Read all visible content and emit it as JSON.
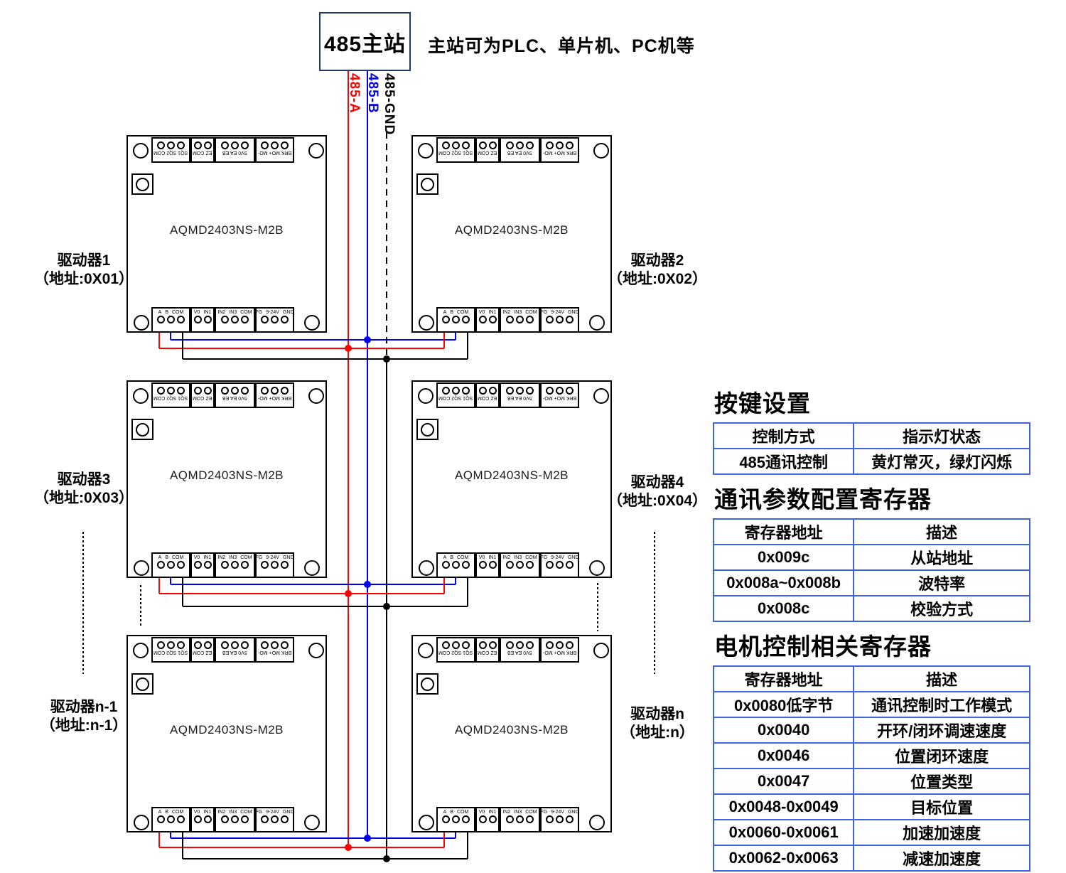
{
  "master": {
    "label": "485主站",
    "note": "主站可为PLC、单片机、PC机等"
  },
  "bus": {
    "a_label": "485-A",
    "b_label": "485-B",
    "gnd_label": "485-GND",
    "a_color": "#ff0000",
    "b_color": "#0000ee",
    "gnd_color": "#000000"
  },
  "board_model": "AQMD2403NS-M2B",
  "board": {
    "top_blocks": [
      {
        "label": "SQ1 SQ2 COM",
        "pins": 3
      },
      {
        "label": "EZ COM",
        "pins": 2
      },
      {
        "label": "5V0 EA EB",
        "pins": 3
      },
      {
        "label": "BRK MO+ MO-",
        "pins": 3
      }
    ],
    "bottom_blocks": [
      {
        "labels": [
          "A",
          "B",
          "COM"
        ]
      },
      {
        "labels": [
          "V0",
          "IN1"
        ]
      },
      {
        "labels": [
          "IN2",
          "IN3",
          "COM"
        ]
      },
      {
        "labels": [
          "FG",
          "9-24V",
          "GND"
        ]
      }
    ]
  },
  "drivers": [
    {
      "name": "驱动器1",
      "addr": "（地址:0X01）"
    },
    {
      "name": "驱动器2",
      "addr": "（地址:0X02）"
    },
    {
      "name": "驱动器3",
      "addr": "（地址:0X03）"
    },
    {
      "name": "驱动器4",
      "addr": "（地址:0X04）"
    },
    {
      "name": "驱动器n-1",
      "addr": "（地址:n-1）"
    },
    {
      "name": "驱动器n",
      "addr": "（地址:n）"
    }
  ],
  "table_border_color": "#3f62e0",
  "sections": [
    {
      "title": "按键设置",
      "headers": [
        "控制方式",
        "指示灯状态"
      ],
      "rows": [
        [
          "485通讯控制",
          "黄灯常灭，绿灯闪烁"
        ]
      ]
    },
    {
      "title": "通讯参数配置寄存器",
      "headers": [
        "寄存器地址",
        "描述"
      ],
      "rows": [
        [
          "0x009c",
          "从站地址"
        ],
        [
          "0x008a~0x008b",
          "波特率"
        ],
        [
          "0x008c",
          "校验方式"
        ]
      ]
    },
    {
      "title": "电机控制相关寄存器",
      "headers": [
        "寄存器地址",
        "描述"
      ],
      "rows": [
        [
          "0x0080低字节",
          "通讯控制时工作模式"
        ],
        [
          "0x0040",
          "开环/闭环调速速度"
        ],
        [
          "0x0046",
          "位置闭环速度"
        ],
        [
          "0x0047",
          "位置类型"
        ],
        [
          "0x0048-0x0049",
          "目标位置"
        ],
        [
          "0x0060-0x0061",
          "加速加速度"
        ],
        [
          "0x0062-0x0063",
          "减速加速度"
        ]
      ]
    }
  ]
}
